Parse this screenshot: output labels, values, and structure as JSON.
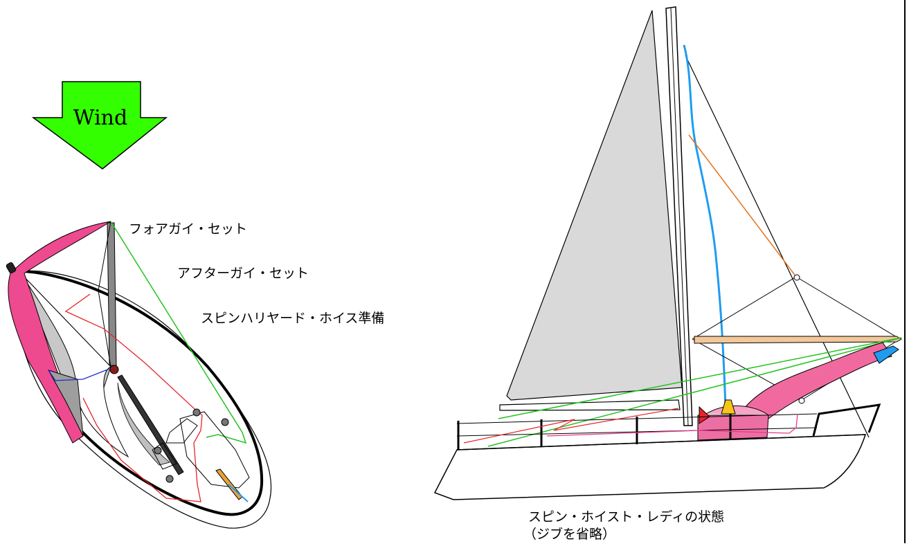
{
  "wind_label": "Wind",
  "labels": {
    "foreguy": "フォアガイ・セット",
    "afterguy": "アフターガイ・セット",
    "halyard": "スピンハリヤード・ホイス準備"
  },
  "caption": {
    "line1": "スピン・ホイスト・レディの状態",
    "line2": "（ジブを省略）"
  },
  "colors": {
    "wind_arrow": "#33ff00",
    "spinnaker": "#ee4a8f",
    "mainsail": "#d9d9d9",
    "sheet_red": "#e5242b",
    "guy_green": "#22c21f",
    "halyard_blue": "#1f9cf0",
    "pole": "#f2c79a",
    "topping_lift": "#e8701a",
    "bag": "#f06aa0"
  }
}
